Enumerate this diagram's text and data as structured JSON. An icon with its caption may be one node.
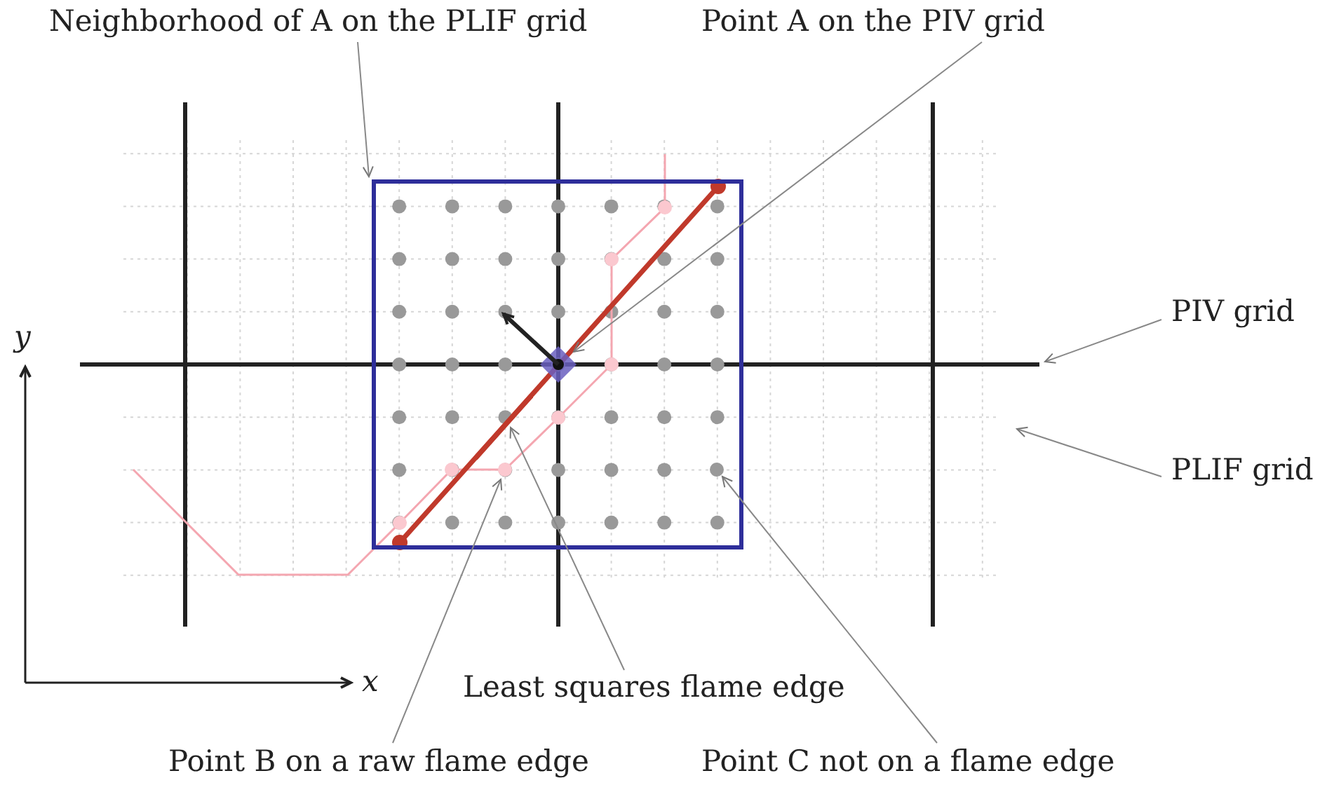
{
  "diagram": {
    "nodes": [
      {
        "text": [
          "Neighborhood of A on the PLIF grid"
        ]
      },
      {
        "text": [],
        "shape": "box"
      },
      {
        "text": [
          "Point A on the PIV grid"
        ]
      },
      {
        "text": [],
        "shape": "diamond",
        "in": 1
      },
      {
        "text": [
          "PIV grid"
        ]
      },
      {
        "text": [
          "PLIF grid"
        ]
      },
      {
        "text": [
          "Least squares flame edge"
        ]
      },
      {
        "text": [],
        "shape": "line",
        "in": 1
      },
      {
        "text": [
          "Point B on a raw flame edge"
        ]
      },
      {
        "text": [],
        "shape": "circle",
        "in": 1
      },
      {
        "text": [
          "Point C not on a flame edge"
        ]
      },
      {
        "text": [],
        "shape": "circle",
        "in": 1
      }
    ],
    "edges": [
      {
        "from": 0,
        "to": 1,
        "arrow": "to"
      },
      {
        "from": 2,
        "to": 3,
        "arrow": "to"
      },
      {
        "from": 4,
        "to": null,
        "arrow": "to"
      },
      {
        "from": 5,
        "to": null,
        "arrow": "to"
      },
      {
        "from": 6,
        "to": 7,
        "arrow": "to"
      },
      {
        "from": 8,
        "to": 9,
        "arrow": "to"
      },
      {
        "from": 10,
        "to": 11,
        "arrow": "to"
      }
    ],
    "labels": [
      "y",
      "x"
    ]
  }
}
